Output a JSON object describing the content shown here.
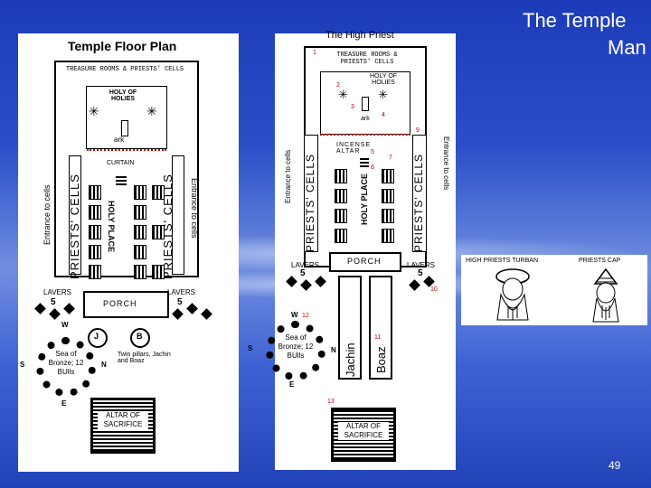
{
  "slide": {
    "title_line1": "The Temple",
    "title_line2": "Man",
    "page_number": "49"
  },
  "left_plan": {
    "title": "Temple Floor Plan",
    "treasure": "TREASURE ROOMS & PRIESTS' CELLS",
    "holy_of_holies": "HOLY OF HOLIES",
    "ark": "ark",
    "curtain": "CURTAIN",
    "priests_cells": "PRIESTS' CELLS",
    "entrance_to_cells": "Entrance to cells",
    "holy_place": "HOLY PLACE",
    "lavers": "LAVERS",
    "laver_number": "5",
    "porch": "PORCH",
    "pillar_j": "J",
    "pillar_b": "B",
    "twin_pillars": "Twin pillars, Jachin and Boaz",
    "sea_of_bronze": "Sea of Bronze; 12 BUlls",
    "north": "N",
    "south": "S",
    "east": "E",
    "west": "W",
    "altar": "ALTAR OF SACRIFICE"
  },
  "right_plan": {
    "title": "The High Priest",
    "n1": "1",
    "treasure": "TREASURE ROOMS & PRIESTS' CELLS",
    "n2": "2",
    "holy_of_holies": "HOLY OF HOLIES",
    "n3": "3",
    "ark": "ark",
    "n4": "4",
    "n9": "9",
    "incense_altar": "INCENSE ALTAR",
    "n5": "5",
    "n6": "6",
    "n7": "7",
    "priests_cells": "PRIESTS' CELLS",
    "entrance_to_cells": "Entrance to cells",
    "holy_place": "HOLY PLACE",
    "porch": "PORCH",
    "lavers": "LAVERS",
    "laver_number": "5",
    "n10": "10",
    "n11": "11",
    "n12": "12",
    "n13": "13",
    "jachin": "Jachin",
    "boaz": "Boaz",
    "sea_of_bronze": "Sea of Bronze; 12 BUlls",
    "north": "N",
    "south": "S",
    "east": "E",
    "west": "W",
    "altar": "ALTAR OF SACRIFICE"
  },
  "headwear": {
    "turban_label": "HIGH PRIESTS TURBAN",
    "cap_label": "PRIESTS CAP"
  }
}
